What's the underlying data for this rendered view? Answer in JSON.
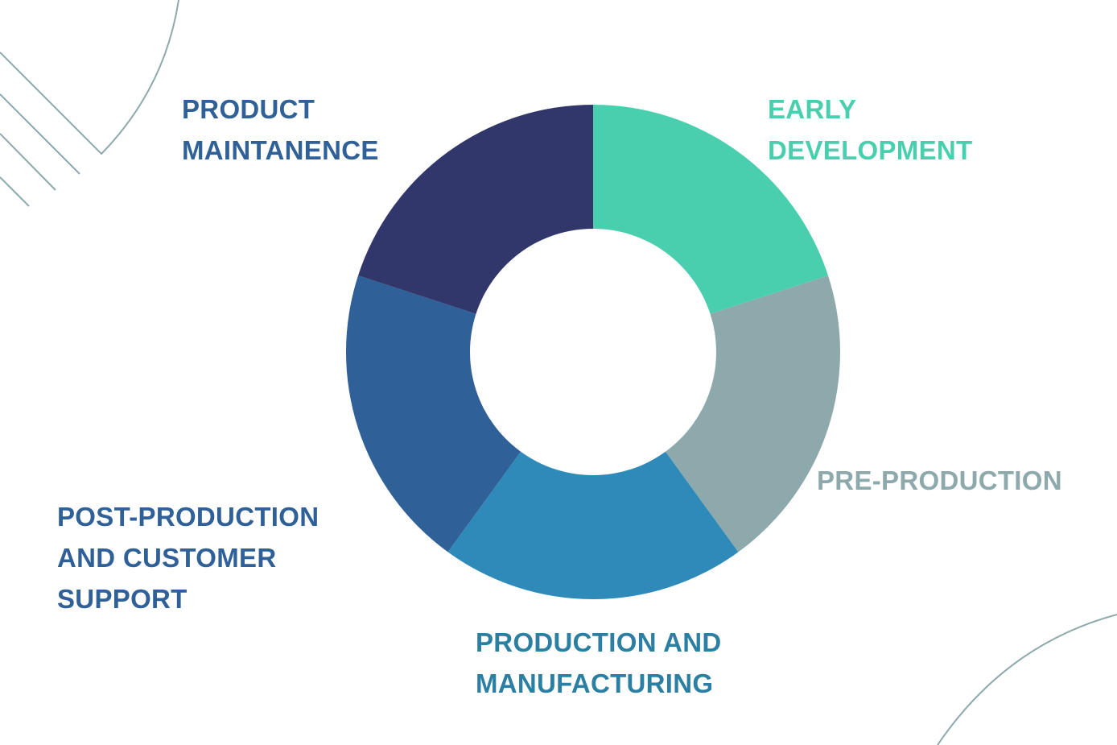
{
  "chart_data": {
    "type": "pie",
    "variant": "donut",
    "title": "",
    "categories": [
      "EARLY DEVELOPMENT",
      "PRE-PRODUCTION",
      "PRODUCTION AND MANUFACTURING",
      "POST-PRODUCTION AND CUSTOMER SUPPORT",
      "PRODUCT MAINTANENCE"
    ],
    "values": [
      20,
      20,
      20,
      20,
      20
    ],
    "colors": [
      "#4ACFAE",
      "#8EA9AC",
      "#2E8AB8",
      "#2F6098",
      "#31366B"
    ],
    "start_angle_deg": 0,
    "direction": "clockwise",
    "legend": "none (labels placed around chart)"
  },
  "labels": [
    {
      "name": "early-development",
      "lines": [
        "EARLY",
        "DEVELOPMENT"
      ],
      "color": "#4ACFAE"
    },
    {
      "name": "pre-production",
      "lines": [
        "PRE-PRODUCTION"
      ],
      "color": "#8EA9AC"
    },
    {
      "name": "production-and-manufacturing",
      "lines": [
        "PRODUCTION AND",
        "MANUFACTURING"
      ],
      "color": "#2A7FA3"
    },
    {
      "name": "post-production-and-customer-support",
      "lines": [
        "POST-PRODUCTION",
        "AND CUSTOMER",
        "SUPPORT"
      ],
      "color": "#2F6098"
    },
    {
      "name": "product-maintanence",
      "lines": [
        "PRODUCT",
        "MAINTANENCE"
      ],
      "color": "#2F6098"
    }
  ],
  "decoration": {
    "line_color": "#8EA9AC"
  }
}
